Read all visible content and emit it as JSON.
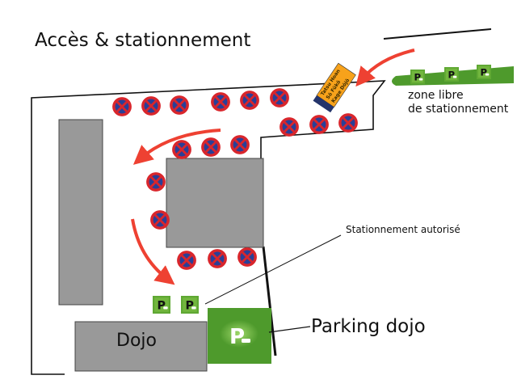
{
  "title": "Accès & stationnement",
  "labels": {
    "free_parking_line1": "zone libre",
    "free_parking_line2": "de stationnement",
    "authorized_parking": "Stationnement autorisé",
    "dojo": "Dojo",
    "parking_dojo": "Parking dojo"
  },
  "sign": {
    "line1": "Tatsu Hoan",
    "line2": "Sō Fūkō",
    "line3": "Kage Dōjō"
  },
  "parking_glyph": "P",
  "colors": {
    "no_parking_red": "#d9262c",
    "no_parking_blue": "#2a3f97",
    "arrow_red": "#ee4132",
    "parking_green": "#4e9a2c",
    "parking_green_light": "#7fc046",
    "building_grey": "#999999",
    "sign_orange": "#f7a21b",
    "sign_navy": "#24346b"
  },
  "icons": {
    "no_parking": "no-parking-sign-icon",
    "parking": "parking-sign-icon",
    "direction": "curved-arrow-icon"
  }
}
